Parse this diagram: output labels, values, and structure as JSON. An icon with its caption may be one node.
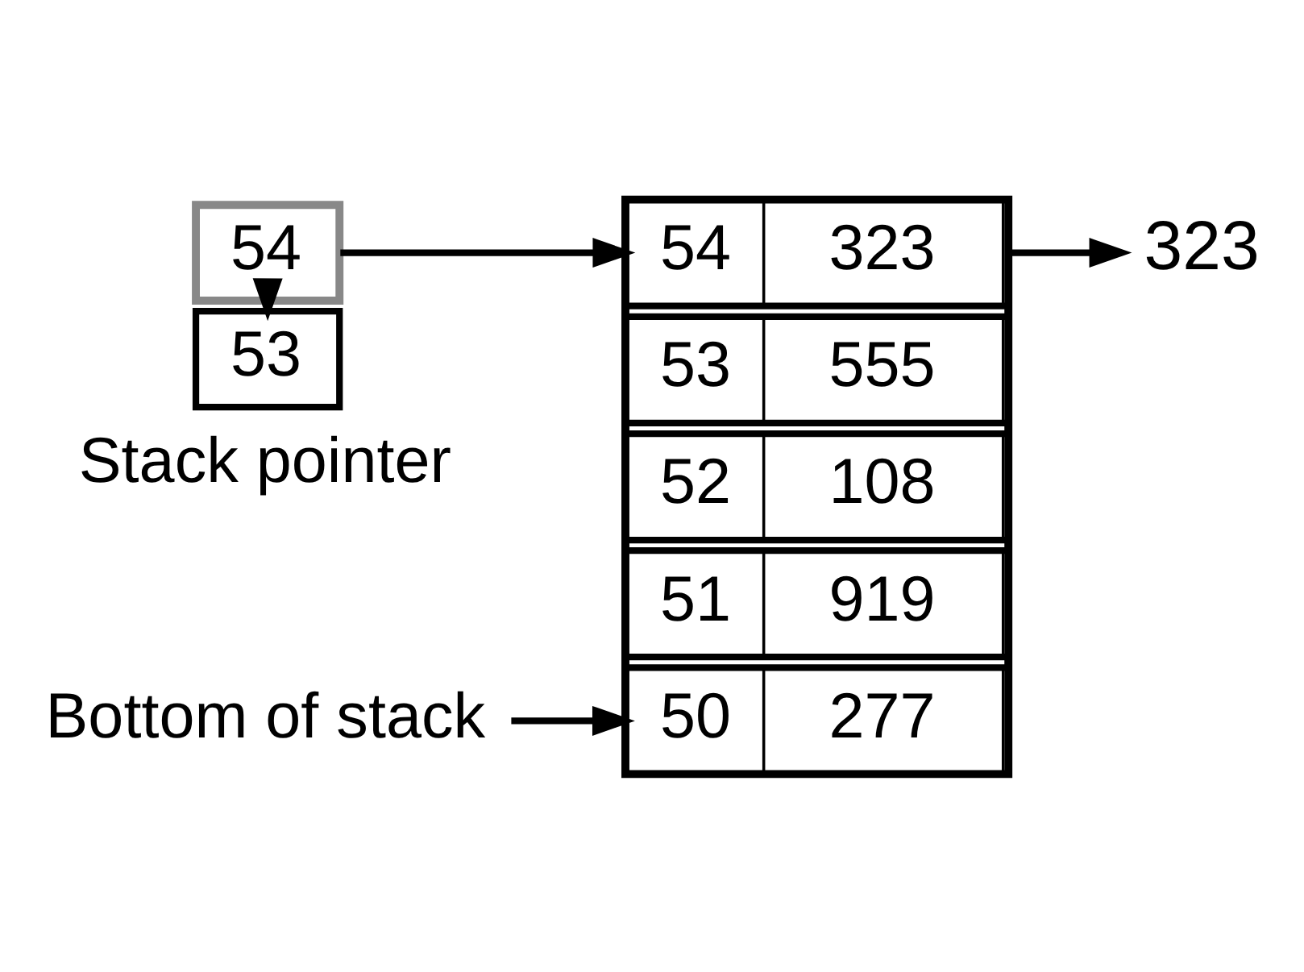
{
  "diagram": {
    "nodes": [
      {
        "text": [
          "54"
        ]
      },
      {
        "text": [
          "53"
        ],
        "beside": [
          "Stack pointer"
        ]
      },
      {
        "text": [],
        "shape": "box"
      },
      {
        "text": [
          "54",
          "323"
        ],
        "in": 2
      },
      {
        "text": [
          "53",
          "555"
        ],
        "in": 2
      },
      {
        "text": [
          "52",
          "108"
        ],
        "in": 2
      },
      {
        "text": [
          "51",
          "919"
        ],
        "in": 2
      },
      {
        "text": [
          "50",
          "277"
        ],
        "in": 2
      },
      {
        "text": [
          "323"
        ]
      },
      {
        "text": [
          "Bottom of stack"
        ]
      }
    ],
    "edges": [
      {
        "from": 0,
        "to": 1,
        "arrow": "to"
      },
      {
        "from": 0,
        "to": 3,
        "arrow": "to"
      },
      {
        "from": 3,
        "to": 8,
        "arrow": "to"
      },
      {
        "from": 9,
        "to": 7,
        "arrow": "to"
      }
    ]
  }
}
